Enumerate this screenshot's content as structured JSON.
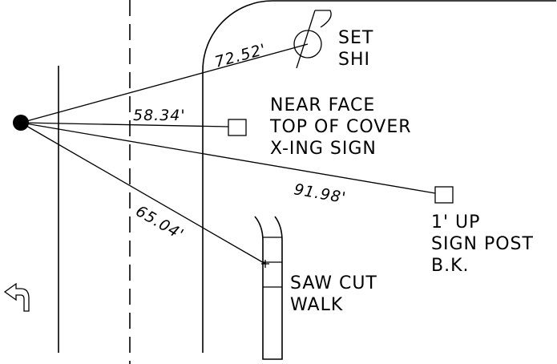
{
  "labels": {
    "set_shi_line1": "SET",
    "set_shi_line2": "SHI",
    "near_face_line1": "NEAR FACE",
    "near_face_line2": "TOP OF COVER",
    "near_face_line3": "X-ING SIGN",
    "sign_post_line1": "1' UP",
    "sign_post_line2": "SIGN POST",
    "sign_post_line3": "B.K.",
    "saw_cut_line1": "SAW CUT",
    "saw_cut_line2": "WALK"
  },
  "measurements": {
    "to_set_shi": "72.52'",
    "to_near_face": "58.34'",
    "to_sign_post": "91.98'",
    "to_saw_cut": "65.04'"
  },
  "colors": {
    "line": "#000000",
    "background": "#ffffff"
  },
  "icons": {
    "north_arrow": "curved-return-arrow-icon",
    "reference_point": "filled-circle-icon",
    "shi_marker": "circle-flag-icon"
  }
}
